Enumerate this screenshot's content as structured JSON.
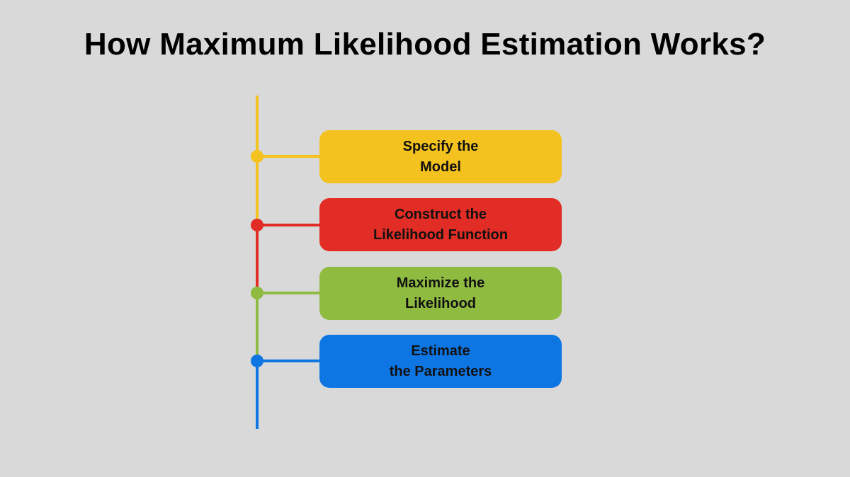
{
  "title": "How Maximum Likelihood Estimation Works?",
  "colors": {
    "background": "#d9d9d9",
    "yellow": "#f4c21e",
    "red": "#e12d25",
    "green": "#8fbb40",
    "blue": "#0d76e3"
  },
  "steps": [
    {
      "line1": "Specify the",
      "line2": "Model",
      "color": "#f4c21e"
    },
    {
      "line1": "Construct the",
      "line2": "Likelihood Function",
      "color": "#e12d25"
    },
    {
      "line1": "Maximize the",
      "line2": "Likelihood",
      "color": "#8fbb40"
    },
    {
      "line1": "Estimate",
      "line2": "the Parameters",
      "color": "#0d76e3"
    }
  ]
}
